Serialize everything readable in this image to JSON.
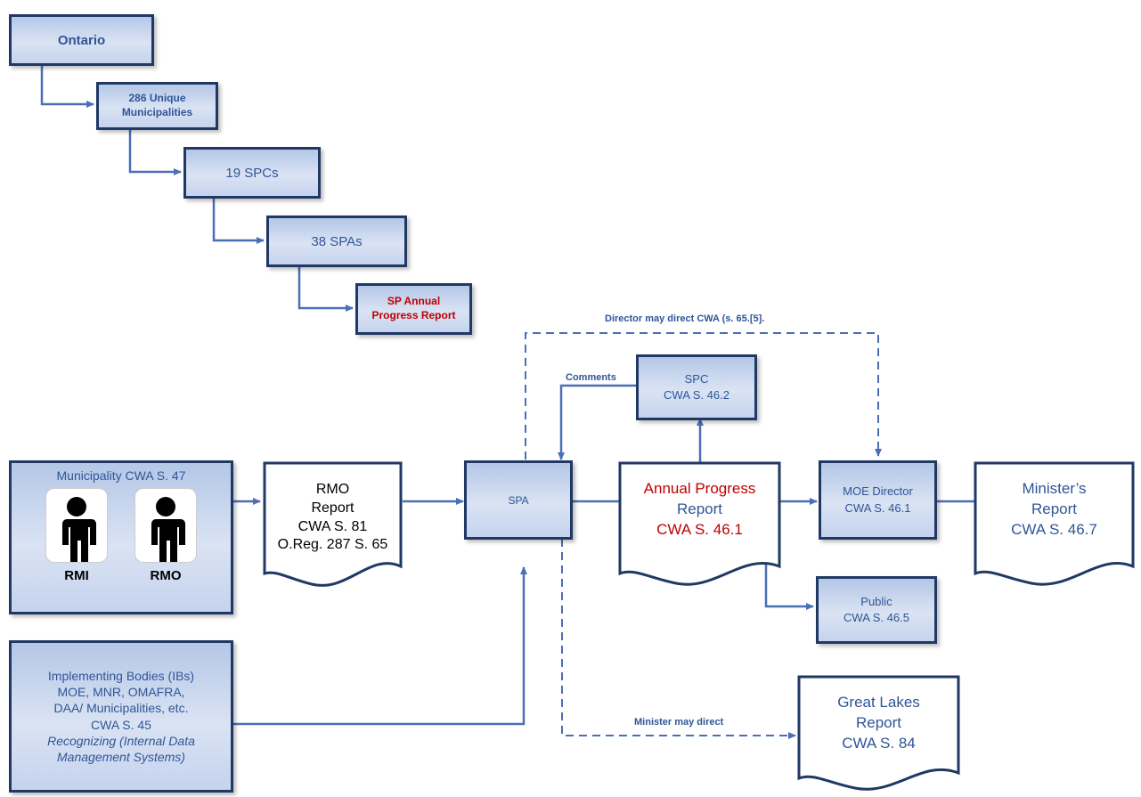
{
  "hierarchy": {
    "ontario": "Ontario",
    "municipalities_l1": "286 Unique",
    "municipalities_l2": "Municipalities",
    "spcs": "19 SPCs",
    "spas": "38 SPAs",
    "sp_report_l1": "SP Annual",
    "sp_report_l2": "Progress Report"
  },
  "flow_labels": {
    "director_may_direct": "Director may direct CWA (s. 65.[5].",
    "comments": "Comments",
    "minister_may_direct": "Minister may direct"
  },
  "spc": {
    "l1": "SPC",
    "l2": "CWA S. 46.2"
  },
  "municipality": {
    "title": "Municipality CWA S. 47",
    "rmi": "RMI",
    "rmo": "RMO"
  },
  "rmo_report": {
    "l1": "RMO",
    "l2": "Report",
    "l3": "CWA S. 81",
    "l4": "O.Reg. 287 S. 65"
  },
  "spa": {
    "label": "SPA"
  },
  "annual_progress_report": {
    "l1": "Annual Progress",
    "l2": "Report",
    "l3": "CWA S. 46.1"
  },
  "moe_director": {
    "l1": "MOE Director",
    "l2": "CWA S. 46.1"
  },
  "ministers_report": {
    "l1": "Minister’s",
    "l2": "Report",
    "l3": "CWA S. 46.7"
  },
  "public": {
    "l1": "Public",
    "l2": "CWA S. 46.5"
  },
  "implementing_bodies": {
    "l1": "Implementing Bodies (IBs)",
    "l2": "MOE, MNR, OMAFRA,",
    "l3": "DAA/ Municipalities, etc.",
    "l4": "CWA S. 45",
    "l5": "Recognizing (Internal Data",
    "l6": "Management Systems)"
  },
  "great_lakes_report": {
    "l1": "Great Lakes",
    "l2": "Report",
    "l3": "CWA S. 84"
  },
  "colors": {
    "border": "#1f3864",
    "text": "#2f5597",
    "red": "#c00000",
    "arrow": "#4a6fb5"
  }
}
